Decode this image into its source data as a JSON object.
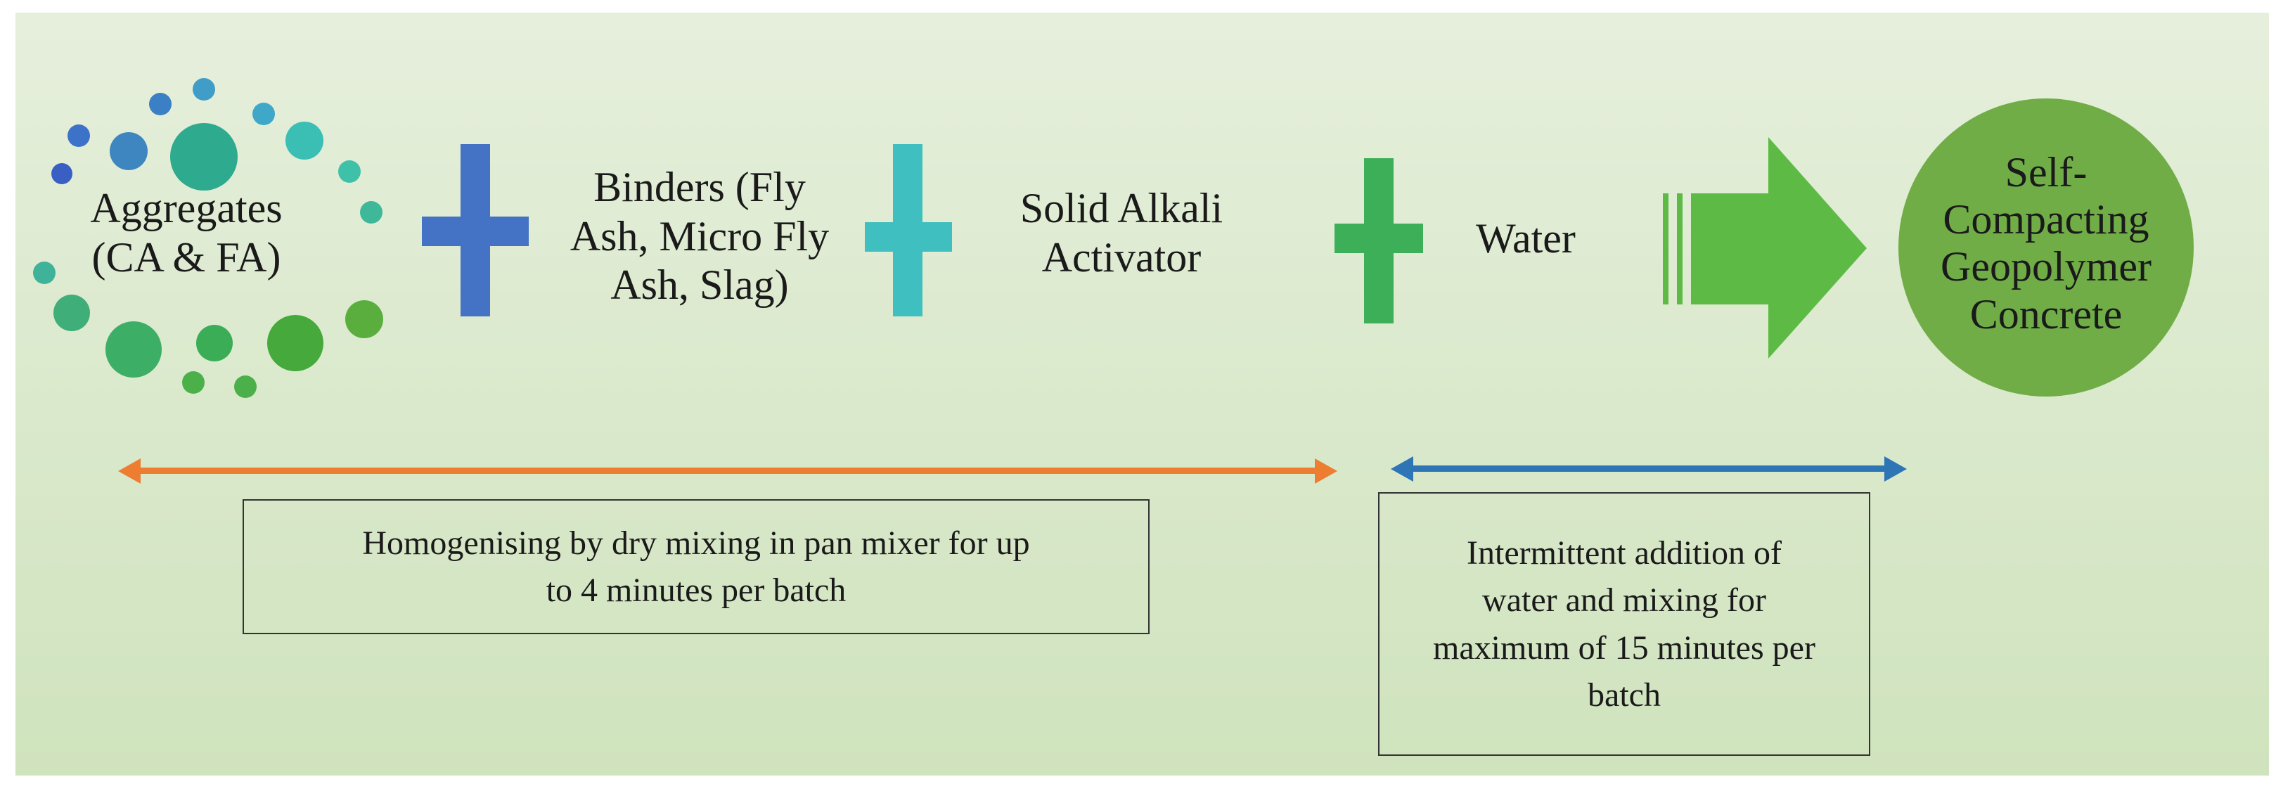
{
  "components": {
    "aggregates": "Aggregates\n(CA & FA)",
    "binders": "Binders (Fly\nAsh, Micro Fly\nAsh, Slag)",
    "activator": "Solid Alkali\nActivator",
    "water": "Water"
  },
  "product": "Self-\nCompacting\nGeopolymer\nConcrete",
  "steps": {
    "dry_mixing": "Homogenising by dry mixing in pan mixer for up\nto 4 minutes per batch",
    "wet_mixing": "Intermittent addition of\nwater and mixing for\nmaximum of 15 minutes per\nbatch"
  },
  "colors": {
    "plus_1": "#4472c4",
    "plus_2": "#40bfc0",
    "plus_3": "#3daf58",
    "big_arrow": "#5dbb45",
    "product_circle": "#70ad47",
    "dry_arrow": "#ed7d31",
    "wet_arrow": "#2e75b6"
  },
  "icons": [
    "plus-icon",
    "right-arrow-icon",
    "double-arrow-icon"
  ]
}
